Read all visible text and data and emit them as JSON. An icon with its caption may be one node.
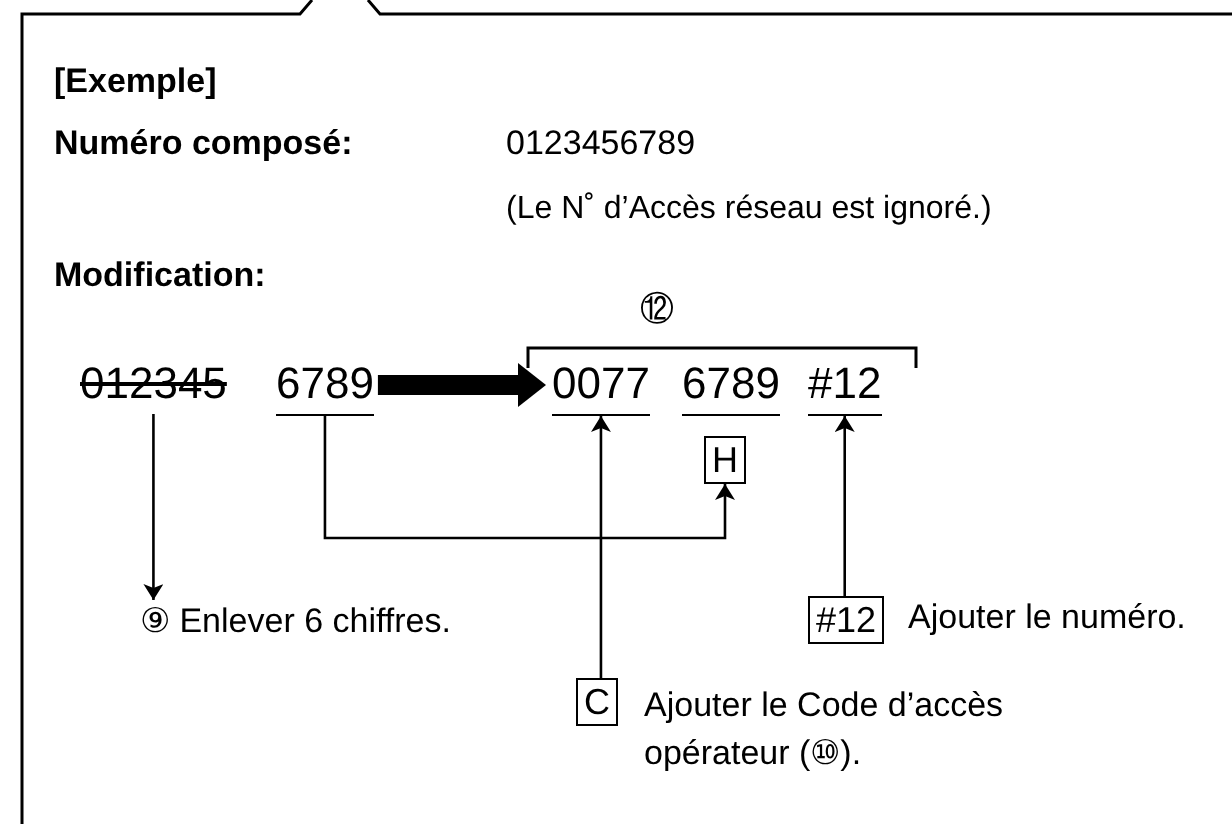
{
  "diagram": {
    "title": "[Exemple]",
    "nodes": [
      {
        "text": [
          "012345"
        ]
      },
      {
        "text": [
          "6789"
        ]
      },
      {
        "text": [
          "0077"
        ]
      },
      {
        "text": [
          "6789"
        ]
      },
      {
        "text": [
          "#12"
        ]
      },
      {
        "text": [
          "H"
        ]
      },
      {
        "text": [
          "⑨ Enlever 6 chiffres."
        ]
      },
      {
        "text": [
          "C"
        ],
        "beside": [
          "Ajouter le Code d’accès opérateur (⑩)."
        ]
      },
      {
        "text": [
          "#12"
        ],
        "beside": [
          "Ajouter le numéro."
        ]
      }
    ],
    "edges": [
      {
        "from": 0,
        "to": 6,
        "arrow": "to"
      },
      {
        "from": 1,
        "to": 5,
        "arrow": "to"
      },
      {
        "from": 7,
        "to": 2,
        "arrow": "to"
      },
      {
        "from": 8,
        "to": 4,
        "arrow": "to"
      },
      {
        "from": 1,
        "to": 2,
        "arrow": "to",
        "style": "thick"
      }
    ],
    "labels": [
      "Numéro composé:",
      "0123456789",
      "(Le N˚ d’Accès réseau est ignoré.)",
      "Modification:",
      "⑫"
    ]
  }
}
